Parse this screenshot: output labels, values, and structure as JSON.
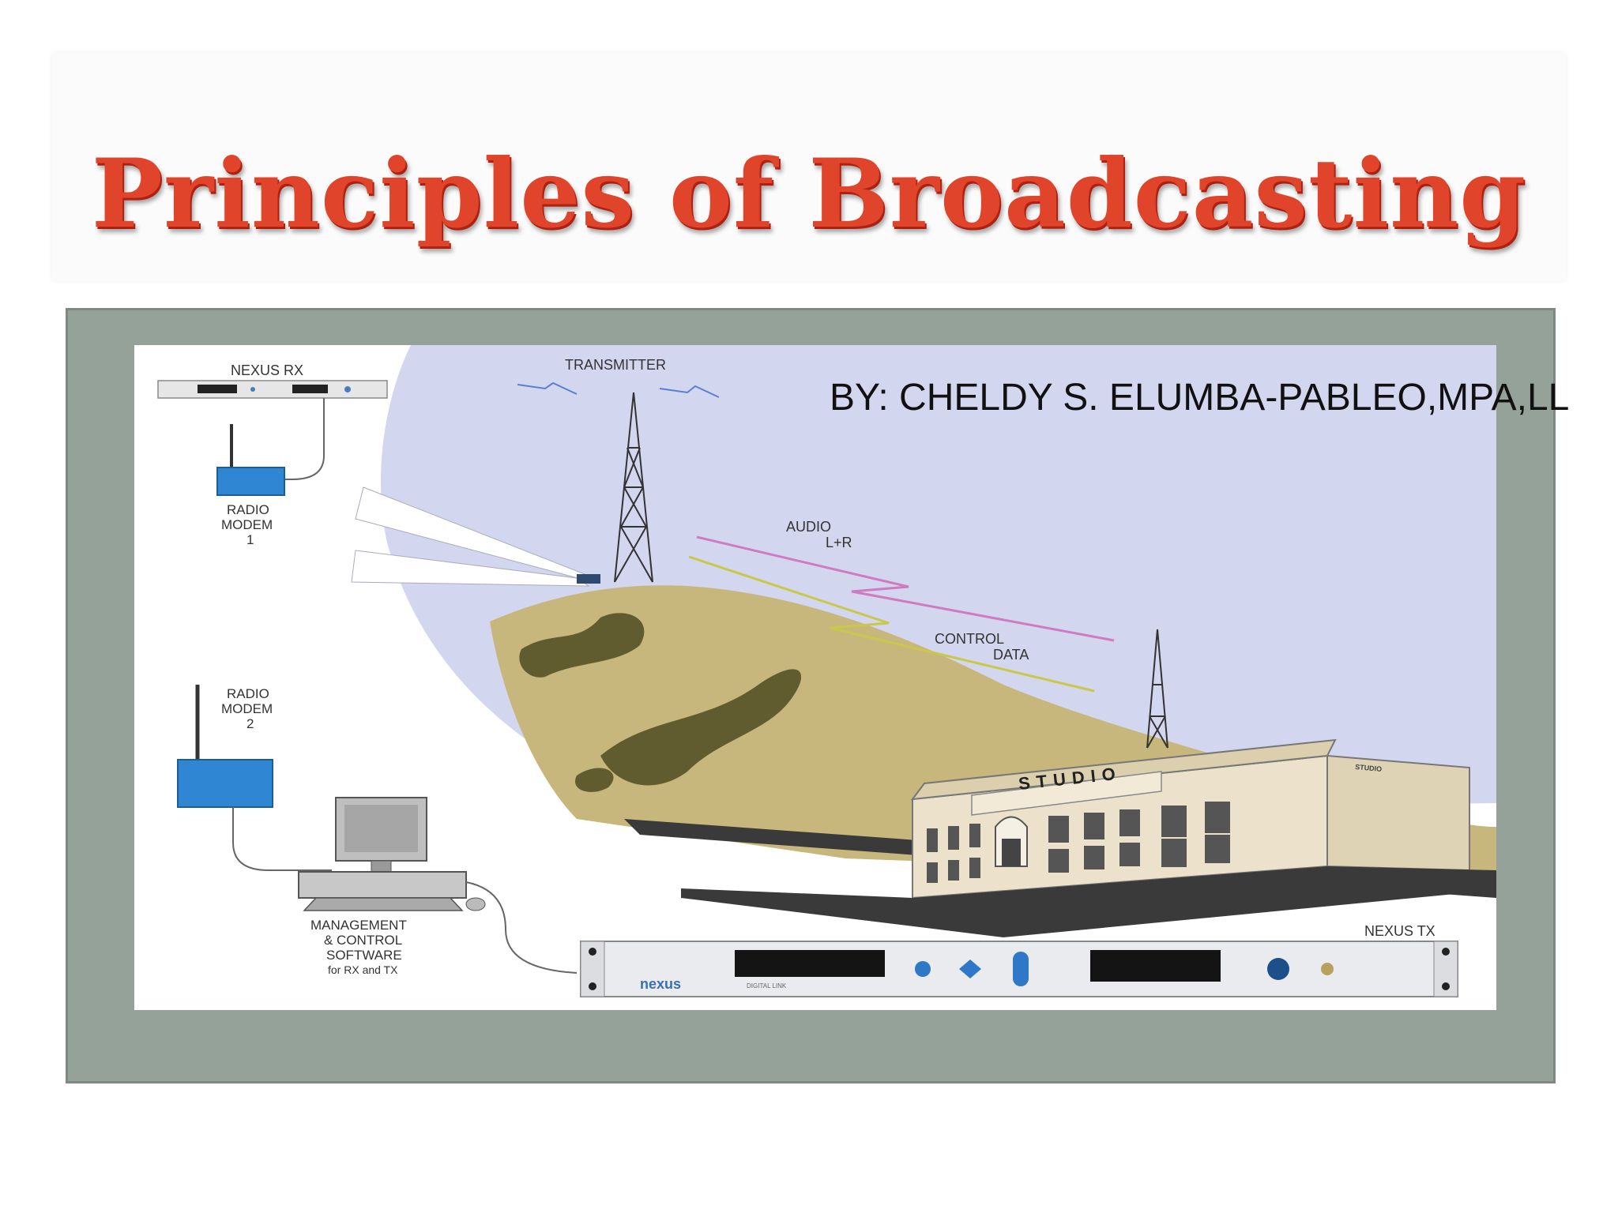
{
  "title": "Principles of Broadcasting",
  "byline": "BY: CHELDY S. ELUMBA-PABLEO,MPA,LL",
  "diagram": {
    "labels": {
      "nexus_rx": "NEXUS RX",
      "transmitter": "TRANSMITTER",
      "radio_modem_1": [
        "RADIO",
        "MODEM",
        "1"
      ],
      "radio_modem_2": [
        "RADIO",
        "MODEM",
        "2"
      ],
      "audio": [
        "AUDIO",
        "L+R"
      ],
      "control_data": [
        "CONTROL",
        "DATA"
      ],
      "studio": "STUDIO",
      "studio_side": "STUDIO",
      "management": [
        "MANAGEMENT",
        "& CONTROL",
        "SOFTWARE",
        "for RX and TX"
      ],
      "nexus_tx": "NEXUS TX",
      "nexus_logo": "nexus",
      "digital_link": "DIGITAL LINK"
    },
    "colors": {
      "sky": "#d2d6ee",
      "hill": "#c8b77c",
      "hill_dark": "#615c2f",
      "modem": "#2f86d2",
      "building": "#ece2cb",
      "title": "#e0442a"
    }
  }
}
